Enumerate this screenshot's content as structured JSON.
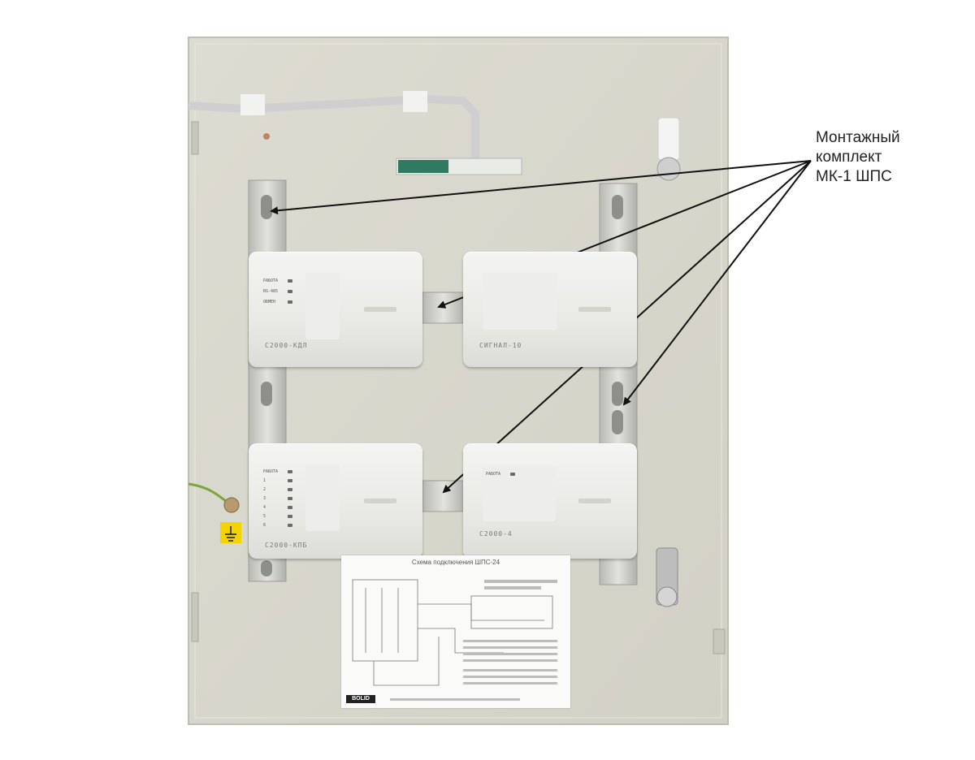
{
  "callout": {
    "lines": [
      "Монтажный",
      "комплект",
      "МК-1 ШПС"
    ]
  },
  "modules": [
    {
      "name": "С2000-КДЛ",
      "leds": [
        "РАБОТА",
        "RS-485",
        "ОБМЕН"
      ]
    },
    {
      "name": "СИГНАЛ-10",
      "leds": []
    },
    {
      "name": "С2000-КПБ",
      "leds": [
        "РАБОТА",
        "1",
        "2",
        "3",
        "4",
        "5",
        "6"
      ]
    },
    {
      "name": "С2000-4",
      "leds": [
        "РАБОТА"
      ]
    }
  ],
  "schematic": {
    "title": "Схема подключения ШПС-24",
    "brand": "BOLID"
  },
  "colors": {
    "cabinet": "#d9d8cd",
    "cabinet_edge": "#c3c2b6",
    "din_rail": "#c7c7c2",
    "module": "#ececea",
    "arrow": "#111111"
  }
}
